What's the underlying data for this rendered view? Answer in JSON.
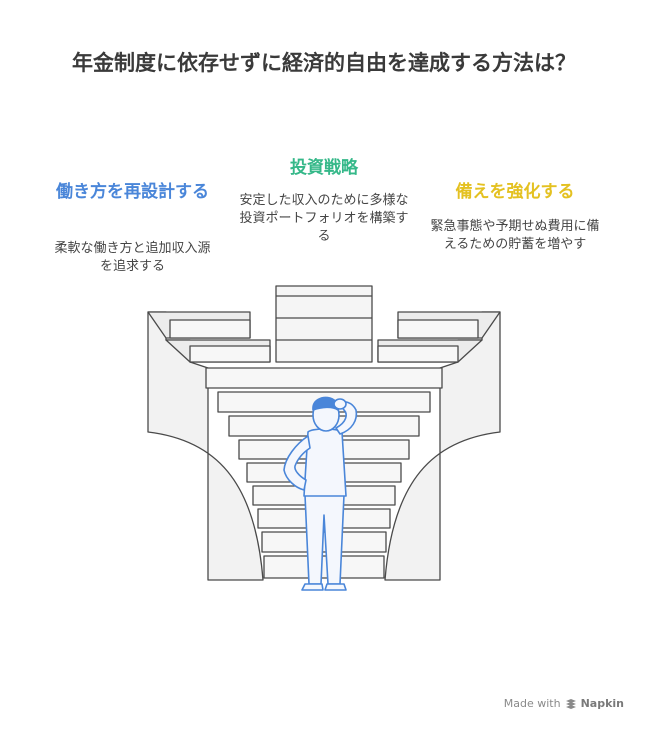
{
  "title": "年金制度に依存せずに経済的自由を達成する方法は？",
  "sections": [
    {
      "heading": "働き方を再設計する",
      "description": "柔軟な働き方と追加収入源を追求する",
      "color": "#4a86d9"
    },
    {
      "heading": "投資戦略",
      "description": "安定した収入のために多様な投資ポートフォリオを構築する",
      "color": "#35b889"
    },
    {
      "heading": "備えを強化する",
      "description": "緊急事態や予期せぬ費用に備えるための貯蓄を増やす",
      "color": "#e4c121"
    }
  ],
  "footer": {
    "prefix": "Made with",
    "brand": "Napkin",
    "icon": "napkin-logo-icon"
  }
}
